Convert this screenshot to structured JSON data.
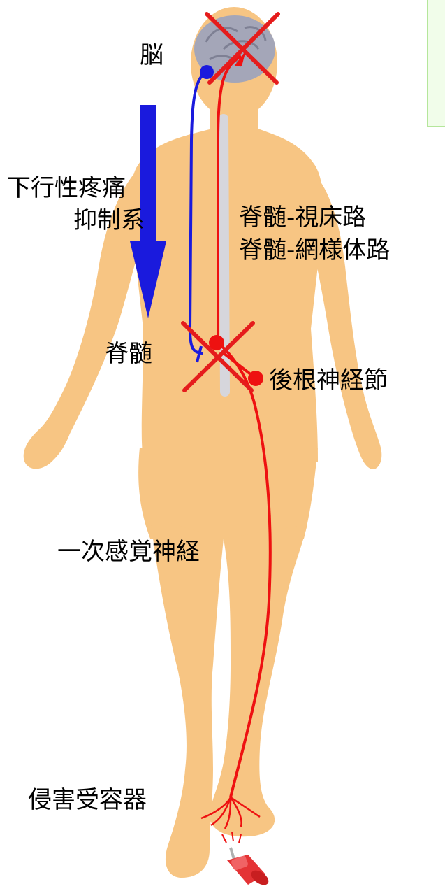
{
  "labels": {
    "brain": "脳",
    "descending_line1": "下行性疼痛",
    "descending_line2": "抑制系",
    "tract_line1": "脊髄-視床路",
    "tract_line2": "脊髄-網様体路",
    "spinal_cord": "脊髄",
    "drg": "後根神経節",
    "primary_sensory": "一次感覚神経",
    "nociceptor": "侵害受容器"
  },
  "colors": {
    "body": "#f7c583",
    "brain": "#a4a6b8",
    "ascending": "#ee1111",
    "descending": "#1a1add",
    "pin": "#e43335",
    "cross": "#e51c1c",
    "panel": "#f1fdea"
  },
  "icons": [
    "brain-icon",
    "pushpin-icon",
    "x-mark-icon"
  ]
}
